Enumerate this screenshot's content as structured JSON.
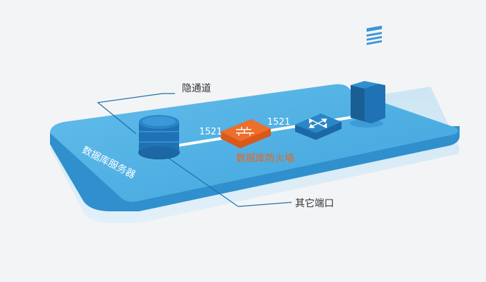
{
  "labels": {
    "tunnel": "隐通道",
    "db_server": "数据库服务器",
    "port_left": "1521",
    "port_right": "1521",
    "db_firewall": "数据库防火墙",
    "other_ports": "其它端口"
  },
  "icons": {
    "database": "database-cylinder-icon",
    "firewall": "brick-wall-icon",
    "switch": "network-switch-arrows-icon",
    "app_server": "tower-server-icon"
  },
  "colors": {
    "platform_top": "#4db1e4",
    "platform_side": "#2f90cd",
    "db_blue": "#1f72b3",
    "firewall_orange": "#e8651f",
    "label_text": "#333333",
    "callout_line": "#1f6fa8"
  }
}
